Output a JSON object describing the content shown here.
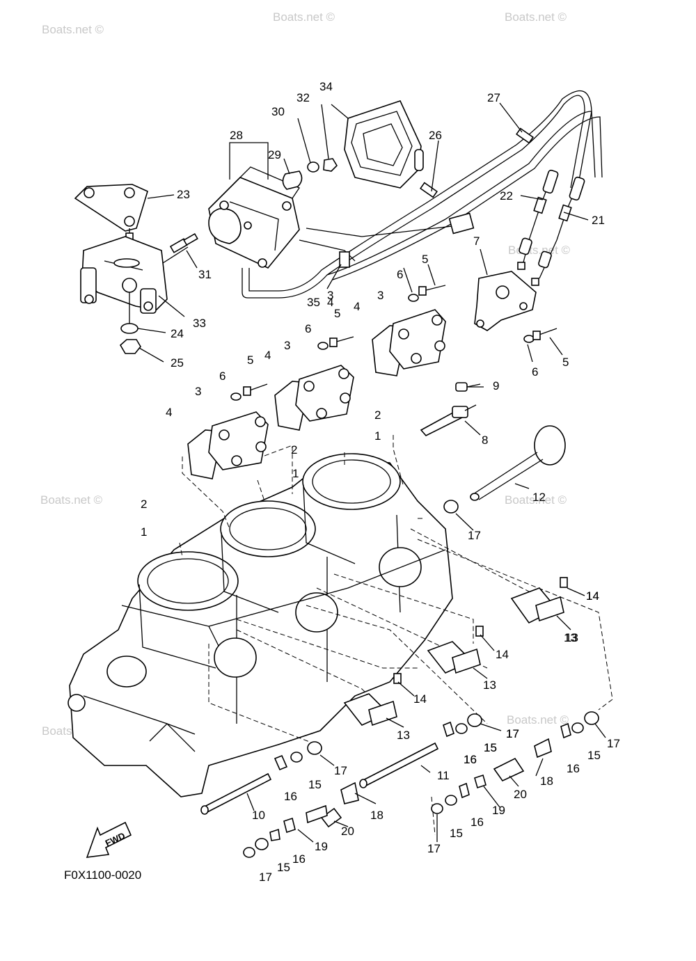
{
  "watermark": "Boats.net ©",
  "diagram_code": "F0X1100-0020",
  "fwd_label": "FWD",
  "callouts": [
    "1",
    "1",
    "1",
    "2",
    "2",
    "2",
    "3",
    "3",
    "3",
    "3",
    "4",
    "4",
    "4",
    "4",
    "5",
    "5",
    "5",
    "5",
    "6",
    "6",
    "6",
    "6",
    "7",
    "8",
    "9",
    "10",
    "11",
    "12",
    "13",
    "13",
    "13",
    "13",
    "14",
    "14",
    "14",
    "14",
    "15",
    "15",
    "15",
    "15",
    "15",
    "15",
    "16",
    "16",
    "16",
    "16",
    "16",
    "16",
    "17",
    "17",
    "17",
    "17",
    "17",
    "17",
    "17",
    "18",
    "18",
    "19",
    "19",
    "20",
    "20",
    "21",
    "22",
    "23",
    "24",
    "25",
    "26",
    "27",
    "28",
    "29",
    "30",
    "31",
    "32",
    "33",
    "34",
    "35"
  ]
}
